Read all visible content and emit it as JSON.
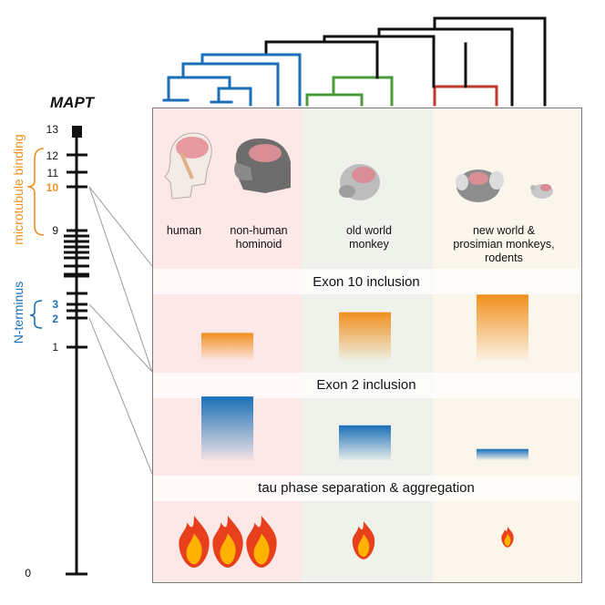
{
  "gene": {
    "title": "MAPT"
  },
  "exons": {
    "labels": [
      {
        "id": "13",
        "text": "13",
        "color": "#111111"
      },
      {
        "id": "12",
        "text": "12",
        "color": "#111111"
      },
      {
        "id": "11",
        "text": "11",
        "color": "#111111"
      },
      {
        "id": "10",
        "text": "10",
        "color": "#f0901e"
      },
      {
        "id": "9",
        "text": "9",
        "color": "#111111"
      },
      {
        "id": "3",
        "text": "3",
        "color": "#1a6fb8"
      },
      {
        "id": "2",
        "text": "2",
        "color": "#1a6fb8"
      },
      {
        "id": "1",
        "text": "1",
        "color": "#111111"
      },
      {
        "id": "0",
        "text": "0",
        "color": "#111111"
      }
    ]
  },
  "regions": {
    "microtubule_binding": "microtubule binding",
    "n_terminus": "N-terminus"
  },
  "species": {
    "human": "human",
    "nonhuman_hominoid_line1": "non-human",
    "nonhuman_hominoid_line2": "hominoid",
    "old_world_line1": "old world",
    "old_world_line2": "monkey",
    "new_world_line1": "new world &",
    "new_world_line2": "prosimian monkeys,",
    "new_world_line3": "rodents"
  },
  "sections": {
    "exon10": "Exon 10 inclusion",
    "exon2": "Exon 2 inclusion",
    "tau": "tau phase separation & aggregation"
  },
  "colors": {
    "hominoid_bg": "#fde8e8",
    "oldworld_bg": "#eef2ea",
    "newworld_bg": "#fbf6ec",
    "orange": "#f0901e",
    "blue": "#1a6fb8",
    "tree_blue": "#1a6fb8",
    "tree_green": "#4a9a3a",
    "tree_red": "#c0392b",
    "tree_black": "#111111"
  },
  "chart_data": [
    {
      "type": "bar",
      "categories": [
        "hominoid",
        "old world monkey",
        "new world & prosimian monkeys, rodents"
      ],
      "values": [
        0.38,
        0.67,
        0.92
      ],
      "title": "Exon 10 inclusion",
      "xlabel": "",
      "ylabel": "",
      "ylim": [
        0,
        1
      ]
    },
    {
      "type": "bar",
      "categories": [
        "hominoid",
        "old world monkey",
        "new world & prosimian monkeys, rodents"
      ],
      "values": [
        0.97,
        0.53,
        0.17
      ],
      "title": "Exon 2 inclusion",
      "xlabel": "",
      "ylabel": "",
      "ylim": [
        0,
        1
      ]
    },
    {
      "type": "bar",
      "categories": [
        "hominoid",
        "old world monkey",
        "new world & prosimian monkeys, rodents"
      ],
      "values": [
        3,
        1,
        1
      ],
      "title": "tau phase separation & aggregation",
      "xlabel": "",
      "ylabel": "",
      "ylim": [
        0,
        3
      ]
    }
  ]
}
